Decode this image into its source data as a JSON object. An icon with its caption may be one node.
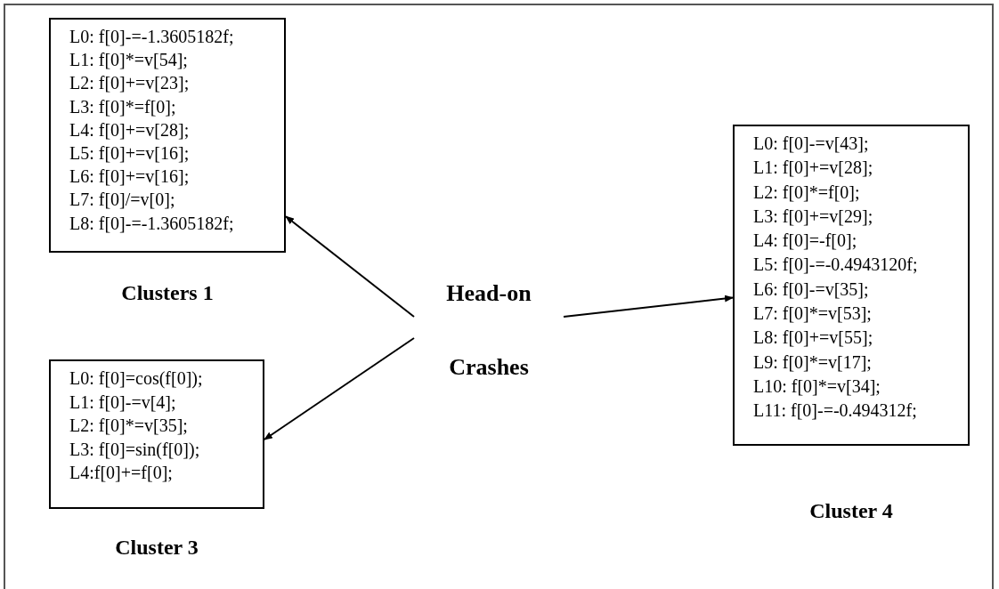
{
  "diagram": {
    "nodes": [
      {
        "text": [
          "L0: f[0]-=-1.3605182f;",
          "L1: f[0]*=v[54];",
          "L2: f[0]+=v[23];",
          "L3: f[0]*=f[0];",
          "L4: f[0]+=v[28];",
          "L5: f[0]+=v[16];",
          "L6: f[0]+=v[16];",
          "L7: f[0]/=v[0];",
          "L8: f[0]-=-1.3605182f;"
        ],
        "beside": [
          "Clusters 1"
        ]
      },
      {
        "text": [
          "L0: f[0]-=v[43];",
          "L1: f[0]+=v[28];",
          "L2: f[0]*=f[0];",
          "L3: f[0]+=v[29];",
          "L4: f[0]=-f[0];",
          "L5: f[0]-=-0.4943120f;",
          "L6: f[0]-=v[35];",
          "L7: f[0]*=v[53];",
          "L8: f[0]+=v[55];",
          "L9: f[0]*=v[17];",
          "L10: f[0]*=v[34];",
          "L11: f[0]-=-0.494312f;"
        ],
        "beside": [
          "Cluster 4"
        ]
      },
      {
        "text": [
          "Head-on",
          "Crashes"
        ]
      },
      {
        "text": [
          "L0: f[0]=cos(f[0]);",
          "L1: f[0]-=v[4];",
          "L2: f[0]*=v[35];",
          "L3: f[0]=sin(f[0]);",
          "L4:f[0]+=f[0];"
        ],
        "beside": [
          "Cluster 3"
        ]
      }
    ],
    "edges": [
      {
        "from": 2,
        "to": 0,
        "arrow": "to"
      },
      {
        "from": 2,
        "to": 1,
        "arrow": "to"
      },
      {
        "from": 2,
        "to": 3,
        "arrow": "to"
      }
    ]
  }
}
